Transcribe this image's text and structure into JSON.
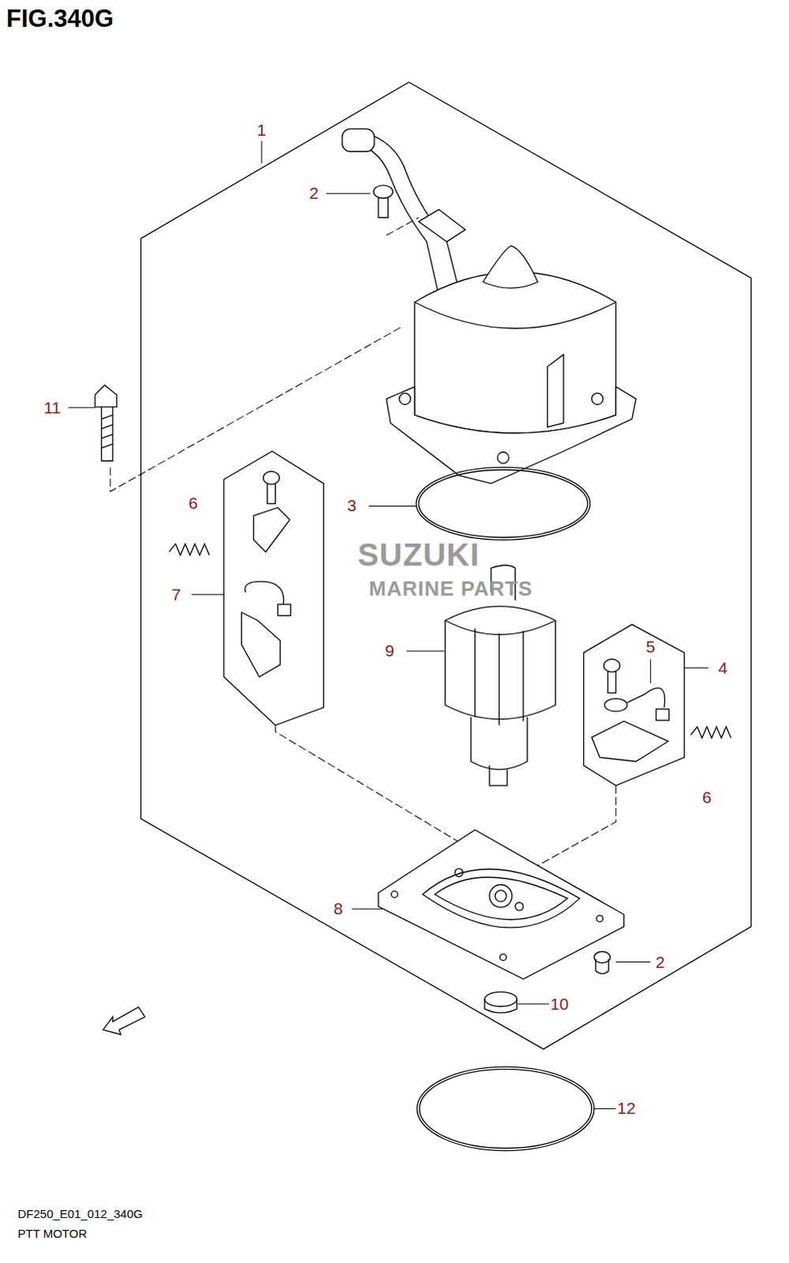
{
  "diagram": {
    "title": "FIG.340G",
    "labels": [
      "1",
      "2",
      "11",
      "6",
      "3",
      "7",
      "9",
      "5",
      "4",
      "6",
      "8",
      "2",
      "10",
      "12",
      "DF250_E01_012_340G",
      "PTT MOTOR",
      "SUZUKI",
      "MARINE PARTS"
    ]
  }
}
